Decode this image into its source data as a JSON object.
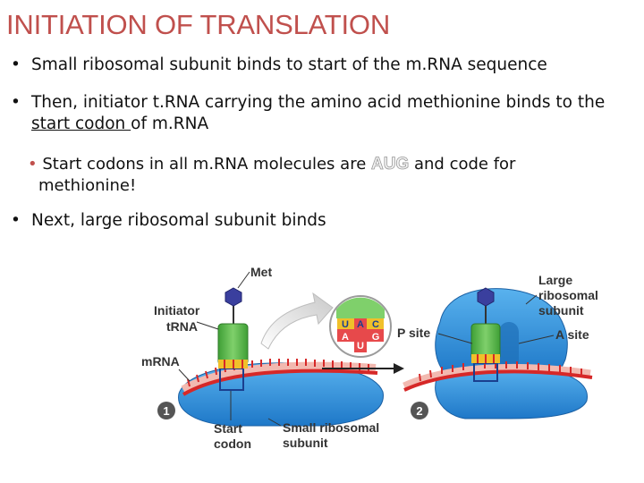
{
  "title": "INITIATION OF TRANSLATION",
  "bullets": [
    "Small ribosomal subunit binds to start of the m.RNA sequence",
    {
      "before": "Then, initiator t.RNA carrying the amino acid methionine binds to the",
      "underlined": "start codon ",
      "after": "of m.RNA"
    },
    "Next, large ribosomal subunit binds"
  ],
  "sub_bullet": {
    "before": "Start codons in all m.RNA molecules are",
    "highlight": "AUG",
    "after": "and code for",
    "line2": "methionine!"
  },
  "figure": {
    "labels": {
      "met": "Met",
      "initiator_trna_1": "Initiator",
      "initiator_trna_2": "tRNA",
      "mrna": "mRNA",
      "start_codon_1": "Start",
      "start_codon_2": "codon",
      "small_subunit_1": "Small ribosomal",
      "small_subunit_2": "subunit",
      "large_subunit_1": "Large",
      "large_subunit_2": "ribosomal",
      "large_subunit_3": "subunit",
      "p_site": "P site",
      "a_site": "A site",
      "step_1": "1",
      "step_2": "2"
    },
    "anticodon": [
      "U",
      "A",
      "C"
    ],
    "codon": [
      "A",
      "U",
      "G"
    ],
    "colors": {
      "ribosome": "#2e8fd8",
      "trna": "#55b947",
      "methionine": "#3a3f9e",
      "mrna": "#d62828",
      "anticodon_bg": "#f0c02a"
    }
  }
}
